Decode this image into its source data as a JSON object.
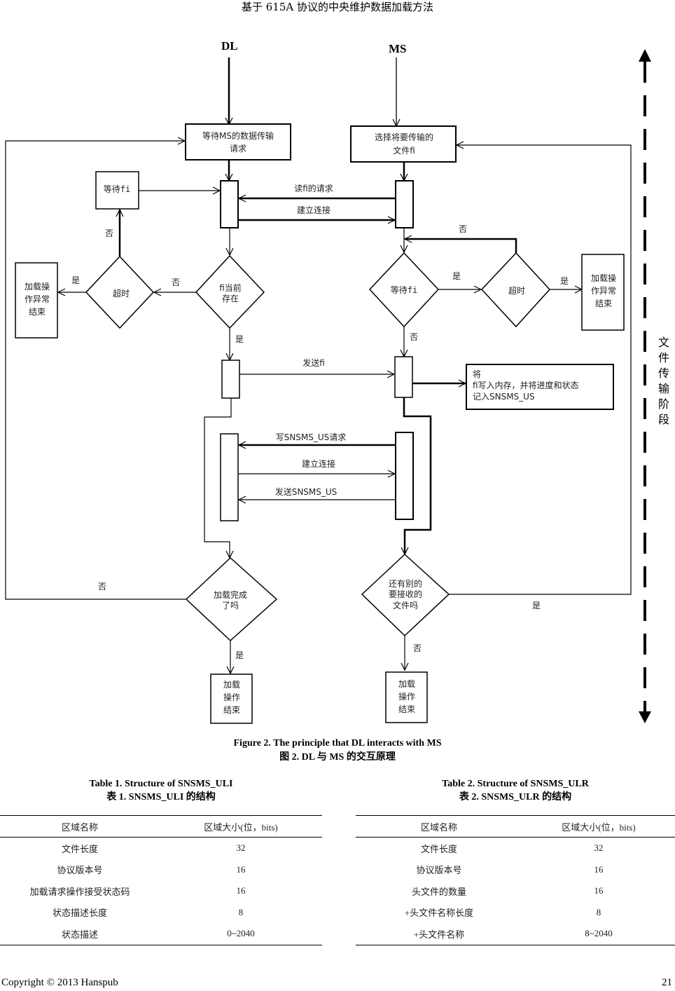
{
  "running_head": "基于 615A 协议的中央维护数据加载方法",
  "figure": {
    "lanes": {
      "dl": "DL",
      "ms": "MS"
    },
    "phase_label": [
      "文",
      "件",
      "传",
      "输",
      "阶",
      "段"
    ],
    "dl": {
      "wait_request": [
        "等待MS的数据传输",
        "请求"
      ],
      "wait_fi": "等待fi",
      "fi_exists": [
        "fi当前",
        "存在"
      ],
      "timeout": "超时",
      "abnormal_end": [
        "加载操",
        "作异常",
        "结束"
      ],
      "load_done": [
        "加载完成",
        "了吗"
      ],
      "end": [
        "加载",
        "操作",
        "结束"
      ]
    },
    "ms": {
      "select_file": [
        "选择将要传输的",
        "文件fi"
      ],
      "wait_fi": "等待fi",
      "timeout": "超时",
      "abnormal_end": [
        "加载操",
        "作异常",
        "结束"
      ],
      "write_memory": [
        "将",
        "fi写入内存，并将进度和状态",
        "记入SNSMS_US"
      ],
      "more_files": [
        "还有别的",
        "要接收的",
        "文件吗"
      ],
      "end": [
        "加载",
        "操作",
        "结束"
      ]
    },
    "messages": {
      "read_request": "读fi的请求",
      "connect_1": "建立连接",
      "send_fi": "发送fi",
      "write_sns_request": "写SNSMS_US请求",
      "connect_2": "建立连接",
      "send_sns": "发送SNSMS_US"
    },
    "branch": {
      "yes": "是",
      "no": "否"
    },
    "caption_en": "Figure 2. The principle that DL interacts with MS",
    "caption_zh": "图 2. DL 与 MS 的交互原理"
  },
  "table1": {
    "title_en": "Table 1. Structure of SNSMS_ULI",
    "title_zh": "表 1. SNSMS_ULI 的结构",
    "headers": [
      "区域名称",
      "区域大小(位，bits)"
    ],
    "rows": [
      [
        "文件长度",
        "32"
      ],
      [
        "协议版本号",
        "16"
      ],
      [
        "加载请求操作接受状态码",
        "16"
      ],
      [
        "状态描述长度",
        "8"
      ],
      [
        "状态描述",
        "0~2040"
      ]
    ]
  },
  "table2": {
    "title_en": "Table 2. Structure of SNSMS_ULR",
    "title_zh": "表 2. SNSMS_ULR 的结构",
    "headers": [
      "区域名称",
      "区域大小(位，bits)"
    ],
    "rows": [
      [
        "文件长度",
        "32"
      ],
      [
        "协议版本号",
        "16"
      ],
      [
        "头文件的数量",
        "16"
      ],
      [
        "+头文件名称长度",
        "8"
      ],
      [
        "+头文件名称",
        "8~2040"
      ]
    ]
  },
  "footer": {
    "copyright": "Copyright © 2013 Hanspub",
    "page_number": "21"
  }
}
